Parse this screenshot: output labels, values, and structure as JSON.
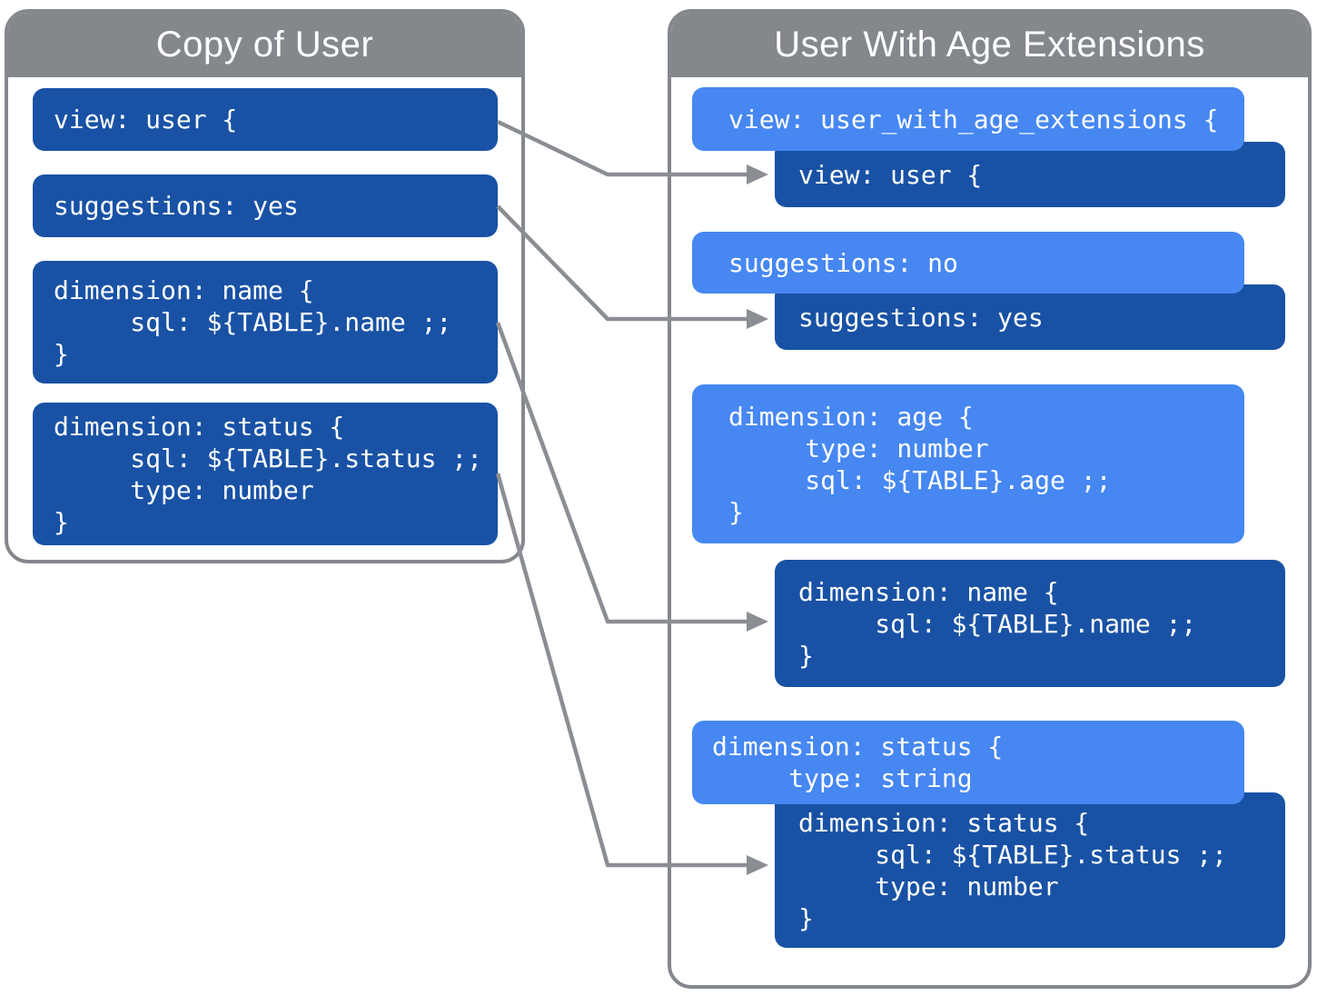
{
  "colors": {
    "header_gray": "#84888D",
    "arrow_gray": "#8A8E93",
    "dark_blue": "#1952A5",
    "light_blue": "#4687F2",
    "text_white": "#FFFFFF"
  },
  "left_panel": {
    "title": "Copy of User",
    "blocks": [
      {
        "id": "view-user",
        "lines": [
          "view: user {"
        ]
      },
      {
        "id": "suggestions-yes",
        "lines": [
          "suggestions: yes"
        ]
      },
      {
        "id": "dimension-name",
        "lines": [
          "dimension: name {",
          "     sql: ${TABLE}.name ;;",
          "}"
        ]
      },
      {
        "id": "dimension-status",
        "lines": [
          "dimension: status {",
          "     sql: ${TABLE}.status ;;",
          "     type: number",
          "}"
        ]
      }
    ]
  },
  "right_panel": {
    "title": "User With Age Extensions",
    "blocks": [
      {
        "id": "view-extended",
        "style": "light",
        "lines": [
          "view: user_with_age_extensions {"
        ]
      },
      {
        "id": "view-inherited",
        "style": "dark",
        "lines": [
          "view: user {"
        ]
      },
      {
        "id": "suggestions-override",
        "style": "light",
        "lines": [
          "suggestions: no"
        ]
      },
      {
        "id": "suggestions-inherited",
        "style": "dark",
        "lines": [
          "suggestions: yes"
        ]
      },
      {
        "id": "dimension-age",
        "style": "light",
        "lines": [
          "dimension: age {",
          "     type: number",
          "     sql: ${TABLE}.age ;;",
          "}"
        ]
      },
      {
        "id": "dimension-name-inherited",
        "style": "dark",
        "lines": [
          "dimension: name {",
          "     sql: ${TABLE}.name ;;",
          "}"
        ]
      },
      {
        "id": "dimension-status-override",
        "style": "light",
        "lines": [
          "dimension: status {",
          "     type: string"
        ]
      },
      {
        "id": "dimension-status-inherited",
        "style": "dark",
        "lines": [
          "dimension: status {",
          "     sql: ${TABLE}.status ;;",
          "     type: number",
          "}"
        ]
      }
    ]
  },
  "arrows": [
    {
      "from": "view-user",
      "to": "view-inherited"
    },
    {
      "from": "suggestions-yes",
      "to": "suggestions-inherited"
    },
    {
      "from": "dimension-name",
      "to": "dimension-name-inherited"
    },
    {
      "from": "dimension-status",
      "to": "dimension-status-inherited"
    }
  ]
}
